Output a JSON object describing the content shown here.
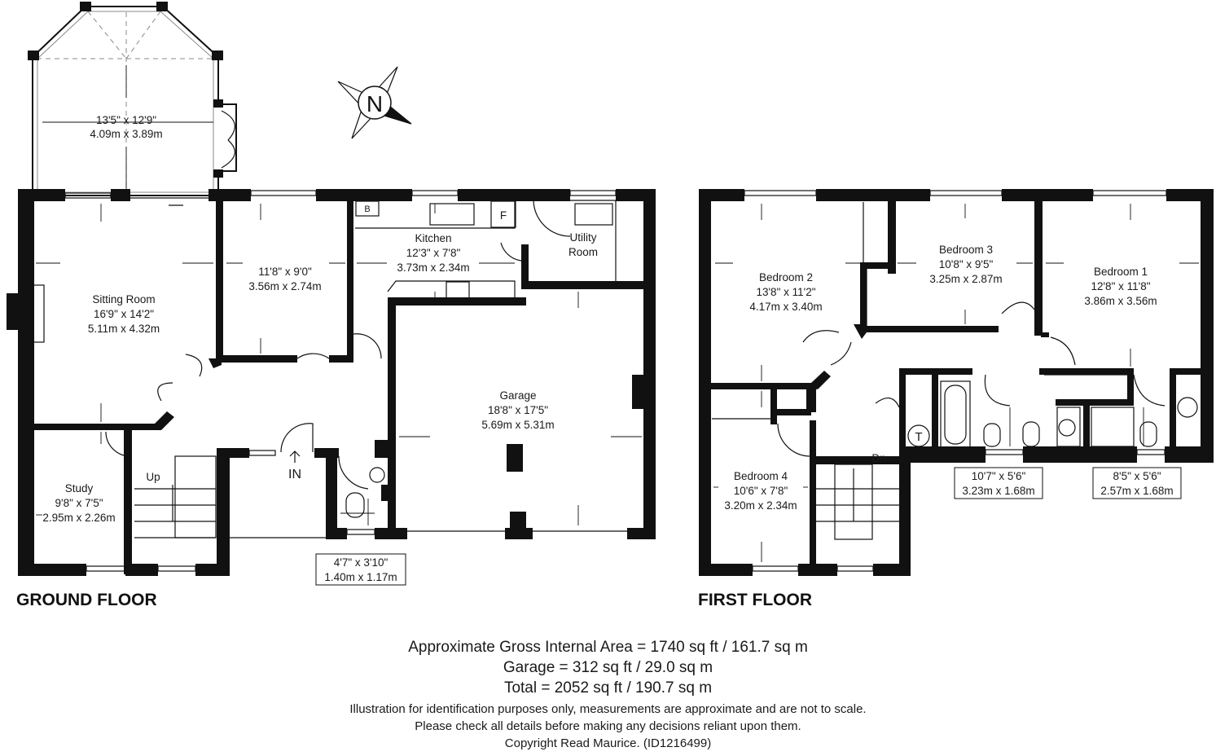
{
  "compass": {
    "letter": "N"
  },
  "ground_floor": {
    "title": "GROUND FLOOR",
    "conservatory": {
      "imperial": "13'5\" x 12'9\"",
      "metric": "4.09m x 3.89m"
    },
    "sitting_room": {
      "name": "Sitting Room",
      "imperial": "16'9\" x 14'2\"",
      "metric": "5.11m x 4.32m"
    },
    "dining": {
      "imperial": "11'8\" x 9'0\"",
      "metric": "3.56m x 2.74m"
    },
    "kitchen": {
      "name": "Kitchen",
      "imperial": "12'3\" x 7'8\"",
      "metric": "3.73m x 2.34m",
      "boiler": "B",
      "fridge": "F"
    },
    "utility": {
      "name1": "Utility",
      "name2": "Room"
    },
    "garage": {
      "name": "Garage",
      "imperial": "18'8\" x 17'5\"",
      "metric": "5.69m x 5.31m"
    },
    "study": {
      "name": "Study",
      "imperial": "9'8\" x 7'5\"",
      "metric": "2.95m x 2.26m"
    },
    "stairs_label": "Up",
    "entrance_label": "IN",
    "cloakroom": {
      "imperial": "4'7\" x 3'10\"",
      "metric": "1.40m x 1.17m"
    }
  },
  "first_floor": {
    "title": "FIRST FLOOR",
    "bedroom2": {
      "name": "Bedroom 2",
      "imperial": "13'8\" x 11'2\"",
      "metric": "4.17m x 3.40m"
    },
    "bedroom3": {
      "name": "Bedroom 3",
      "imperial": "10'8\" x 9'5\"",
      "metric": "3.25m x 2.87m"
    },
    "bedroom1": {
      "name": "Bedroom 1",
      "imperial": "12'8\" x 11'8\"",
      "metric": "3.86m x 3.56m"
    },
    "bedroom4": {
      "name": "Bedroom 4",
      "imperial": "10'6\" x 7'8\"",
      "metric": "3.20m x 2.34m"
    },
    "bathroom": {
      "imperial": "10'7\" x 5'6\"",
      "metric": "3.23m x 1.68m"
    },
    "ensuite": {
      "imperial": "8'5\" x 5'6\"",
      "metric": "2.57m x 1.68m"
    },
    "stairs_label": "Dn",
    "tank_label": "T"
  },
  "areas": {
    "gross": "Approximate Gross Internal Area = 1740 sq ft / 161.7 sq m",
    "garage": "Garage = 312 sq ft / 29.0 sq m",
    "total": "Total = 2052 sq ft / 190.7 sq m"
  },
  "disclaimer": {
    "line1": "Illustration for identification purposes only, measurements are approximate and are not to scale.",
    "line2": "Please check all details before making any decisions reliant upon them.",
    "line3": "Copyright Read Maurice. (ID1216499)"
  }
}
